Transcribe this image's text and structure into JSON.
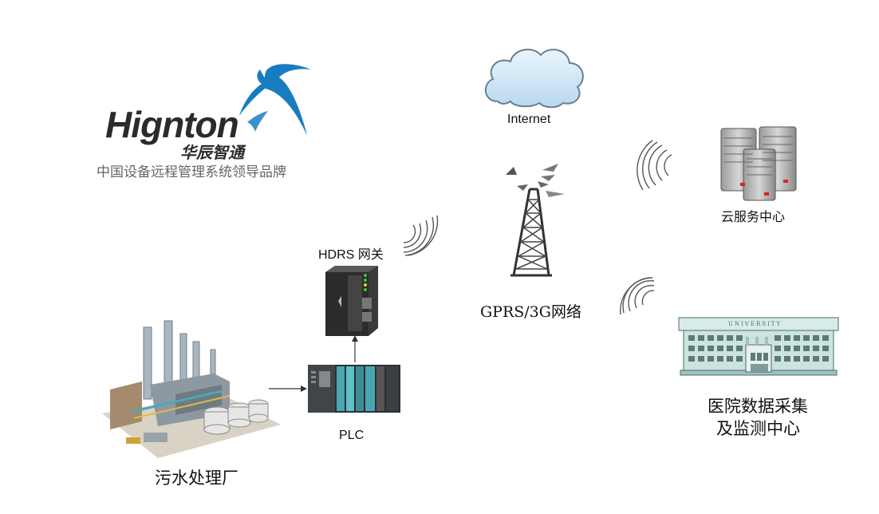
{
  "logo": {
    "brand_en": "Hignton",
    "brand_cn": "华辰智通",
    "tagline": "中国设备远程管理系统领导品牌"
  },
  "nodes": {
    "cloud_label": "Internet",
    "tower_label": "GPRS/3G网络",
    "server_label": "云服务中心",
    "gateway_label": "HDRS 网关",
    "plc_label": "PLC",
    "plant_label": "污水处理厂",
    "hospital_label_line1": "医院数据采集",
    "hospital_label_line2": "及监测中心",
    "building_sign": "UNIVERSITY"
  },
  "colors": {
    "logo_text": "#2b2b2b",
    "logo_swoosh": "#1a7cc0",
    "tagline": "#666666",
    "cloud_fill": "#cfe6f5",
    "building_fill": "#cde3e0",
    "server_fill": "#b5b5b5"
  },
  "icons": [
    "cloud-icon",
    "tower-icon",
    "server-icon",
    "gateway-icon",
    "plc-icon",
    "plant-icon",
    "building-icon",
    "wifi-signal-icon",
    "arrow-icon"
  ]
}
